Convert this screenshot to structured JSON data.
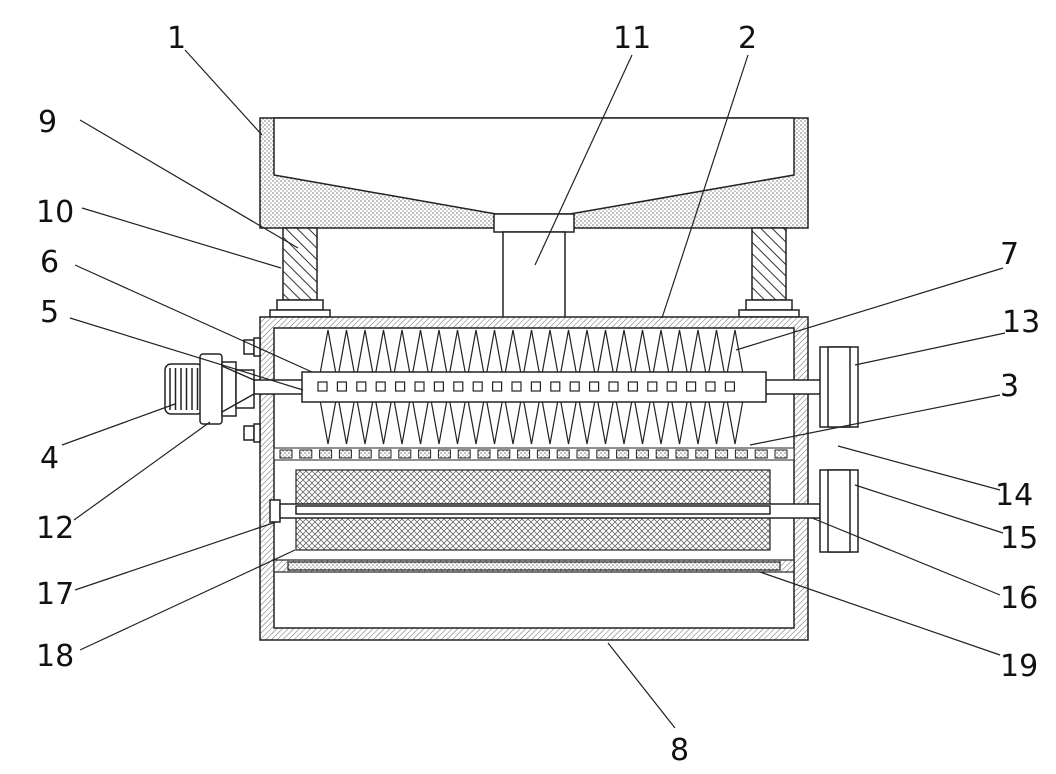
{
  "labels": {
    "n1": "1",
    "n2": "2",
    "n3": "3",
    "n4": "4",
    "n5": "5",
    "n6": "6",
    "n7": "7",
    "n8": "8",
    "n9": "9",
    "n10": "10",
    "n11": "11",
    "n12": "12",
    "n13": "13",
    "n14": "14",
    "n15": "15",
    "n16": "16",
    "n17": "17",
    "n18": "18",
    "n19": "19"
  },
  "colors": {
    "line": "#222222",
    "hatch": "#555555",
    "fill": "#ffffff"
  }
}
